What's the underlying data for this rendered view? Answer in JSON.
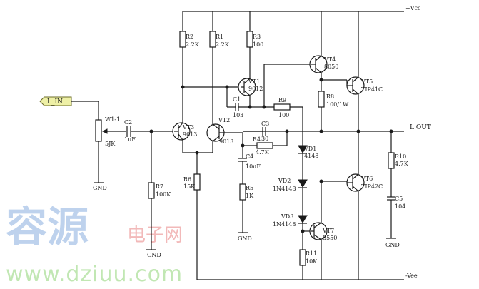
{
  "supply": {
    "pos": "+Vcc",
    "neg": "-Vee"
  },
  "ports": {
    "input": "L_IN",
    "output": "L OUT"
  },
  "pot": {
    "ref": "W1-1",
    "value": "5JK"
  },
  "ground": "GND",
  "capacitors": {
    "C1": {
      "ref": "C1",
      "value": "103"
    },
    "C2": {
      "ref": "C2",
      "value": "1uF"
    },
    "C3": {
      "ref": "C3",
      "value": "30"
    },
    "C4": {
      "ref": "C4",
      "value": "10uF"
    },
    "C5": {
      "ref": "C5",
      "value": "104"
    }
  },
  "resistors": {
    "R1": {
      "ref": "R1",
      "value": "2.2K"
    },
    "R2": {
      "ref": "R2",
      "value": "2.2K"
    },
    "R3": {
      "ref": "R3",
      "value": "100"
    },
    "R4": {
      "ref": "R4",
      "value": "4.7K"
    },
    "R5": {
      "ref": "R5",
      "value": "1K"
    },
    "R6": {
      "ref": "R6",
      "value": "15K"
    },
    "R7": {
      "ref": "R7",
      "value": "100K"
    },
    "R8": {
      "ref": "R8",
      "value": "100/1W"
    },
    "R9": {
      "ref": "R9",
      "value": "100"
    },
    "R10": {
      "ref": "R10",
      "value": "4.7K"
    },
    "R11": {
      "ref": "R11",
      "value": "10K"
    }
  },
  "transistors": {
    "VT1": {
      "ref": "VT1",
      "part": "9012"
    },
    "VT2": {
      "ref": "VT2",
      "part": "9013"
    },
    "VT3": {
      "ref": "VT3",
      "part": "9013"
    },
    "VT4": {
      "ref": "VT4",
      "part": "8050"
    },
    "VT5": {
      "ref": "VT5",
      "part": "TIP41C"
    },
    "VT6": {
      "ref": "VT6",
      "part": "TIP42C"
    },
    "VT7": {
      "ref": "VT7",
      "part": "8550"
    }
  },
  "diodes": {
    "VD1": {
      "ref": "VD1",
      "part": "4148"
    },
    "VD2": {
      "ref": "VD2",
      "part": "1N4148"
    },
    "VD3": {
      "ref": "VD3",
      "part": "1N4148"
    }
  },
  "watermark": {
    "brand": "容源",
    "sub": "电子网",
    "url": "www.dziuu.com"
  }
}
